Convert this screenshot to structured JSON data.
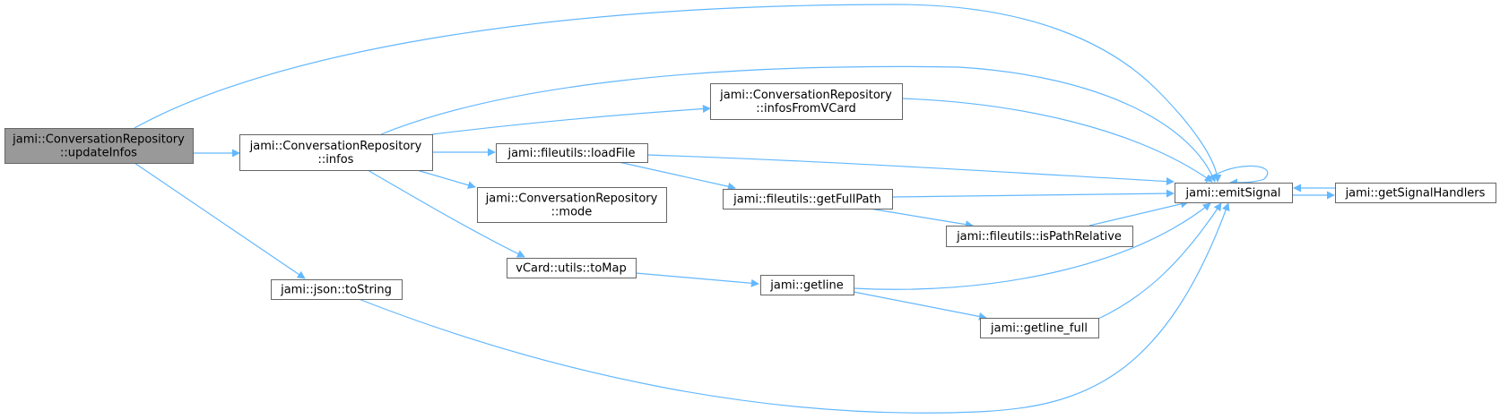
{
  "colors": {
    "edge": "#63b8ff",
    "node_border": "#666666",
    "node_fill": "#ffffff",
    "root_fill": "#999999",
    "text": "#000000"
  },
  "nodes": {
    "updateInfos": {
      "lines": [
        "jami::ConversationRepository",
        "::updateInfos"
      ],
      "root": true
    },
    "infos": {
      "lines": [
        "jami::ConversationRepository",
        "::infos"
      ]
    },
    "infosFromVCard": {
      "lines": [
        "jami::ConversationRepository",
        "::infosFromVCard"
      ]
    },
    "loadFile": {
      "lines": [
        "jami::fileutils::loadFile"
      ]
    },
    "mode": {
      "lines": [
        "jami::ConversationRepository",
        "::mode"
      ]
    },
    "toMap": {
      "lines": [
        "vCard::utils::toMap"
      ]
    },
    "getFullPath": {
      "lines": [
        "jami::fileutils::getFullPath"
      ]
    },
    "isPathRelative": {
      "lines": [
        "jami::fileutils::isPathRelative"
      ]
    },
    "getline": {
      "lines": [
        "jami::getline"
      ]
    },
    "getline_full": {
      "lines": [
        "jami::getline_full"
      ]
    },
    "emitSignal": {
      "lines": [
        "jami::emitSignal"
      ]
    },
    "getSignalHandlers": {
      "lines": [
        "jami::getSignalHandlers"
      ]
    },
    "toString": {
      "lines": [
        "jami::json::toString"
      ]
    }
  },
  "edges": [
    {
      "from": "updateInfos",
      "to": "infos"
    },
    {
      "from": "updateInfos",
      "to": "emitSignal"
    },
    {
      "from": "updateInfos",
      "to": "toString"
    },
    {
      "from": "infos",
      "to": "infosFromVCard"
    },
    {
      "from": "infos",
      "to": "emitSignal"
    },
    {
      "from": "infos",
      "to": "loadFile"
    },
    {
      "from": "infos",
      "to": "mode"
    },
    {
      "from": "infos",
      "to": "toMap"
    },
    {
      "from": "infosFromVCard",
      "to": "emitSignal"
    },
    {
      "from": "loadFile",
      "to": "emitSignal"
    },
    {
      "from": "loadFile",
      "to": "getFullPath"
    },
    {
      "from": "getFullPath",
      "to": "emitSignal"
    },
    {
      "from": "getFullPath",
      "to": "isPathRelative"
    },
    {
      "from": "isPathRelative",
      "to": "emitSignal"
    },
    {
      "from": "toMap",
      "to": "getline"
    },
    {
      "from": "getline",
      "to": "emitSignal"
    },
    {
      "from": "getline",
      "to": "getline_full"
    },
    {
      "from": "getline_full",
      "to": "emitSignal"
    },
    {
      "from": "emitSignal",
      "to": "emitSignal"
    },
    {
      "from": "emitSignal",
      "to": "getSignalHandlers"
    },
    {
      "from": "getSignalHandlers",
      "to": "emitSignal"
    },
    {
      "from": "toString",
      "to": "emitSignal"
    }
  ]
}
